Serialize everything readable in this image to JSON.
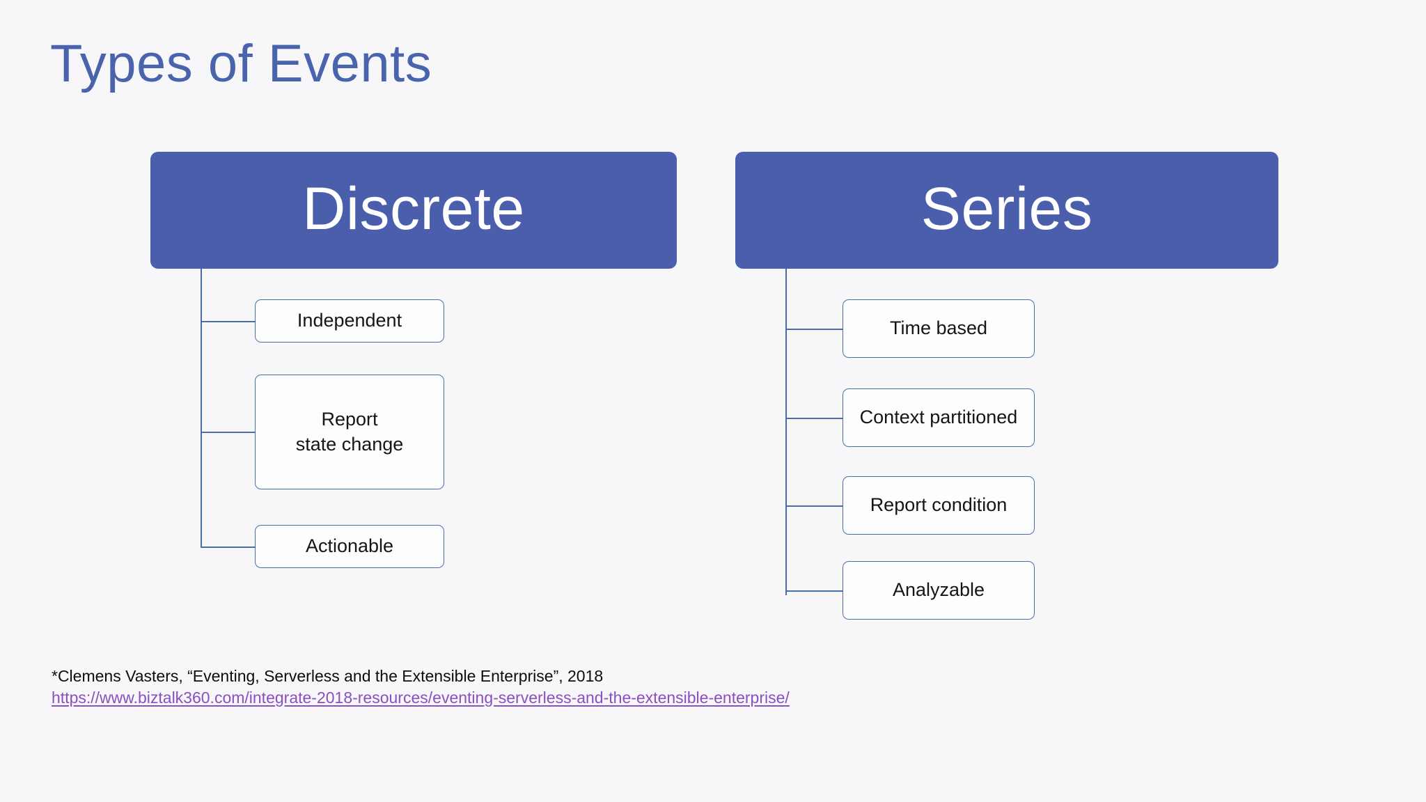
{
  "slide": {
    "title": "Types of Events",
    "background_color": "#f7f6f9",
    "title_color": "#4a63ad",
    "accent_color": "#4a5eab",
    "box_border_color": "#4a6ea8",
    "link_color": "#8a4fc0"
  },
  "columns": [
    {
      "id": "discrete",
      "header_label": "Discrete",
      "children": [
        {
          "label": "Independent"
        },
        {
          "label": "Report\nstate change"
        },
        {
          "label": "Actionable"
        }
      ]
    },
    {
      "id": "series",
      "header_label": "Series",
      "children": [
        {
          "label": "Time based"
        },
        {
          "label": "Context partitioned"
        },
        {
          "label": "Report condition"
        },
        {
          "label": "Analyzable"
        }
      ]
    }
  ],
  "footnote": {
    "citation": "*Clemens Vasters, “Eventing, Serverless and the Extensible Enterprise”, 2018",
    "url": "https://www.biztalk360.com/integrate-2018-resources/eventing-serverless-and-the-extensible-enterprise/"
  }
}
